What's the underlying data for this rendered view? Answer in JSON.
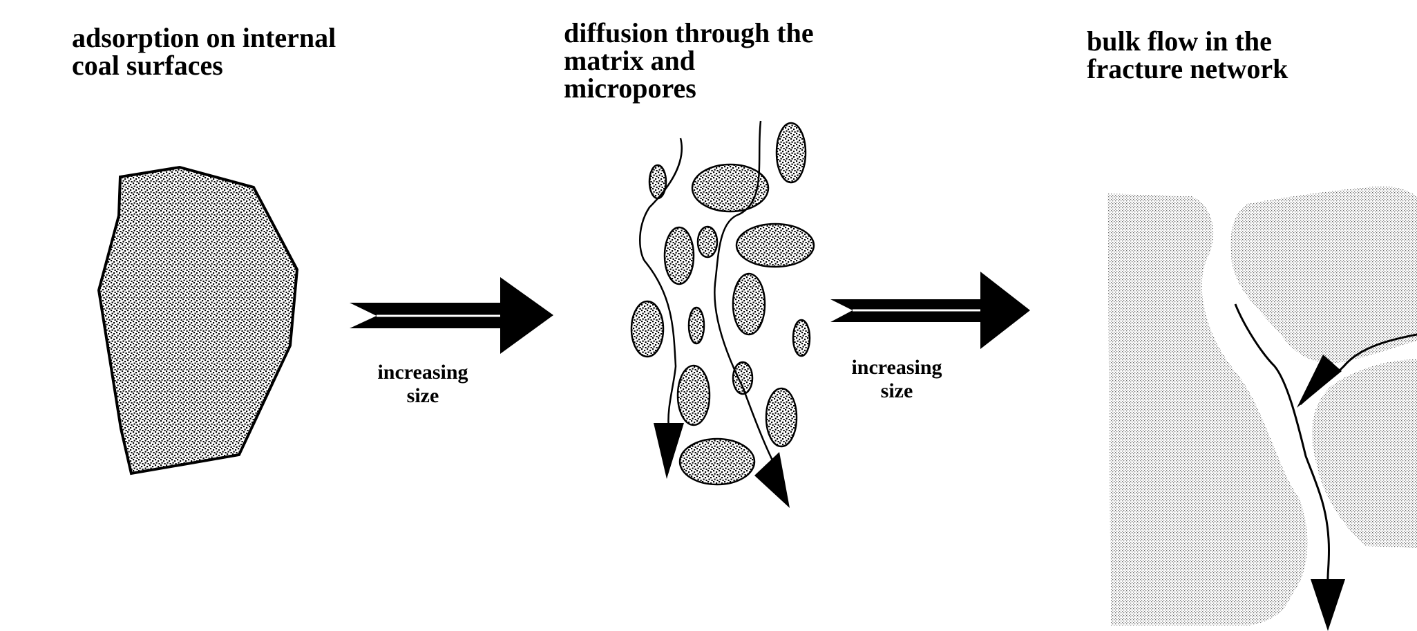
{
  "stages": [
    {
      "title_lines": [
        "adsorption on internal",
        "coal surfaces"
      ]
    },
    {
      "title_lines": [
        "diffusion through the",
        "matrix and",
        "micropores"
      ]
    },
    {
      "title_lines": [
        "bulk flow in the",
        "fracture network"
      ]
    }
  ],
  "transitions": [
    {
      "label_lines": [
        "increasing",
        "size"
      ]
    },
    {
      "label_lines": [
        "increasing",
        "size"
      ]
    }
  ],
  "colors": {
    "ink": "#000000",
    "background": "#ffffff"
  }
}
